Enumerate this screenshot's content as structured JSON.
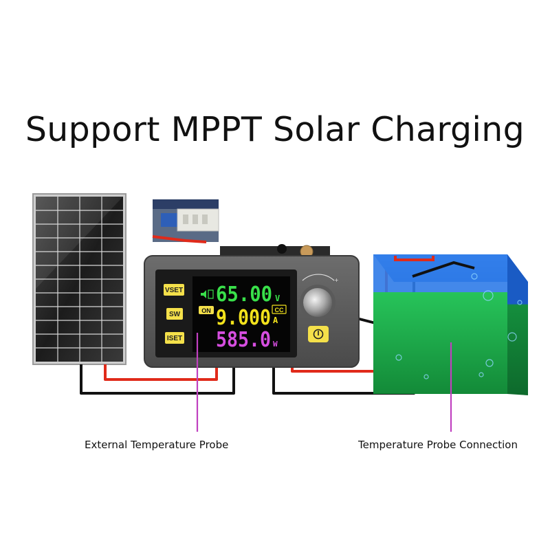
{
  "headline": "Support MPPT Solar Charging",
  "captions": {
    "external_probe": "External Temperature Probe",
    "probe_connection": "Temperature Probe Connection"
  },
  "display": {
    "voltage": "65.00",
    "voltage_unit": "V",
    "current": "9.000",
    "current_unit": "A",
    "power": "585.0",
    "power_unit": "W",
    "on_badge": "ON",
    "cc_badge": "CC"
  },
  "buttons": {
    "vset": "VSET",
    "sw": "SW",
    "iset": "ISET"
  },
  "colors": {
    "voltage": "#39e04a",
    "current": "#f2e21c",
    "power": "#d64ee0",
    "probe_line": "#c040c0",
    "wire_red": "#e02a1a",
    "battery_top": "#2a6fd8",
    "battery_bottom": "#1fae4a"
  }
}
